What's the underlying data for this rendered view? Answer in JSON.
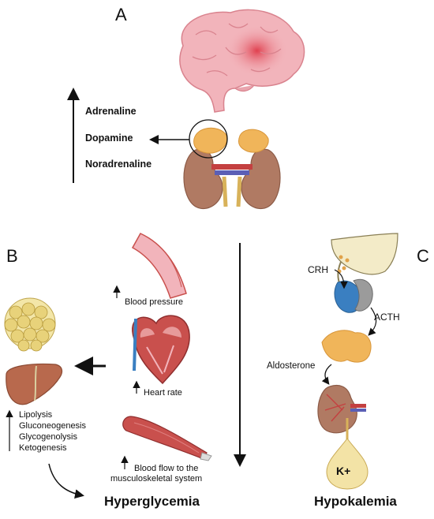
{
  "panels": {
    "a": "A",
    "b": "B",
    "c": "C"
  },
  "catecholamines": [
    "Adrenaline",
    "Dopamine",
    "Noradrenaline"
  ],
  "effects": {
    "blood_pressure": "Blood pressure",
    "heart_rate": "Heart rate",
    "blood_flow": [
      "Blood flow to the",
      "musculoskeletal system"
    ]
  },
  "liver_processes": [
    "Lipolysis",
    "Gluconeogenesis",
    "Glycogenolysis",
    "Ketogenesis"
  ],
  "outcomes": {
    "hyperglycemia": "Hyperglycemia",
    "hypokalemia": "Hypokalemia"
  },
  "axis": {
    "crh": "CRH",
    "acth": "ACTH",
    "aldosterone": "Aldosterone",
    "potassium": "K+"
  },
  "colors": {
    "brain": "#f2b4bb",
    "adrenal": "#f0b55a",
    "kidney": "#b07a63",
    "liver": "#b8694d",
    "muscle": "#c9504d",
    "fat": "#e8d27a",
    "pituitary": "#3a7fc1"
  }
}
